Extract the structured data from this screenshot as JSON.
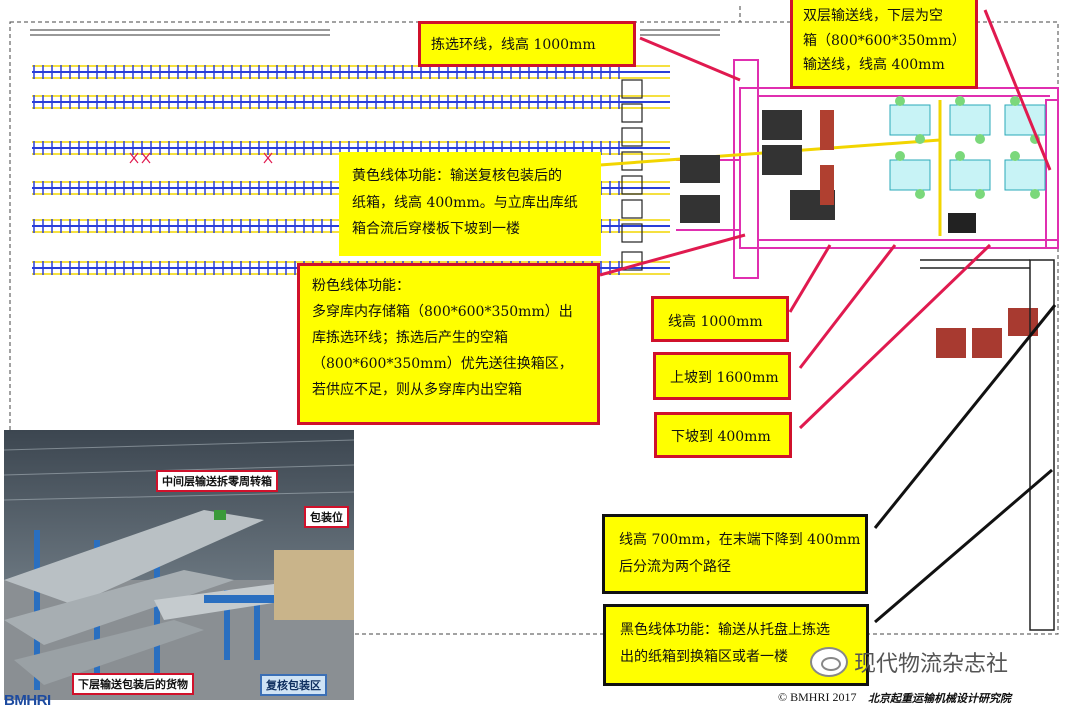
{
  "callouts": {
    "loop_line": "拣选环线，线高 1000mm",
    "double_layer": [
      "双层输送线，下层为空",
      "箱（800*600*350mm）",
      "输送线，线高 400mm"
    ],
    "yellow_function": [
      "黄色线体功能：输送复核包装后的",
      "纸箱，线高 400mm。与立库出库纸",
      "箱合流后穿楼板下坡到一楼"
    ],
    "pink_function": [
      "粉色线体功能：",
      "多穿库内存储箱（800*600*350mm）出",
      "库拣选环线；拣选后产生的空箱",
      "（800*600*350mm）优先送往换箱区，",
      "若供应不足，则从多穿库内出空箱"
    ],
    "height_1000": "线高 1000mm",
    "up_1600": "上坡到 1600mm",
    "down_400": "下坡到 400mm",
    "line_700": [
      "线高 700mm，在末端下降到 400mm",
      "后分流为两个路径"
    ],
    "black_function": [
      "黑色线体功能：输送从托盘上拣选",
      "出的纸箱到换箱区或者一楼"
    ]
  },
  "photo_labels": {
    "middle_layer": "中间层输送拆零周转箱",
    "packing": "包装位",
    "lower_layer": "下层输送包装后的货物",
    "recheck": "复核包装区"
  },
  "footer": {
    "copyright": "© BMHRI 2017",
    "org": "北京起重运输机械设计研究院",
    "logo": "BMHRI"
  },
  "watermark": {
    "account": "现代物流杂志社",
    "icon": "wechat-icon"
  },
  "colors": {
    "callout_fill": "#ffff00",
    "callout_border": "#d0112b",
    "pink_line": "#e02fb0",
    "rack_blue": "#2a3fd8",
    "leader_red": "#e01a4f"
  }
}
